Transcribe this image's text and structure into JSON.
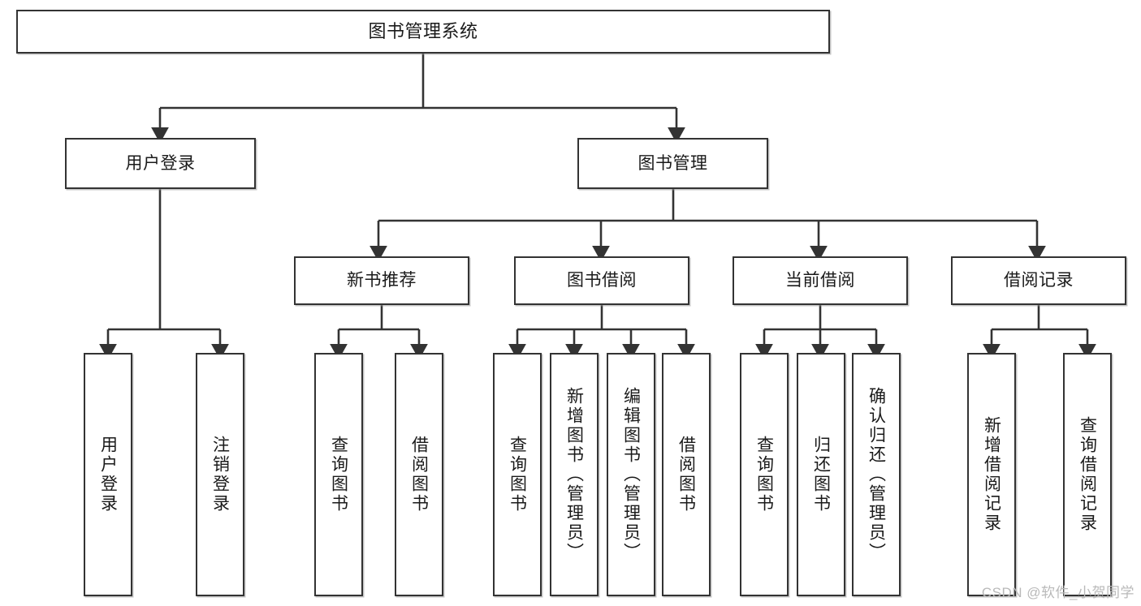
{
  "diagram": {
    "title": "图书管理系统",
    "type": "hierarchy-tree",
    "watermark": "CSDN @软件_小贺同学",
    "nodes": {
      "root": {
        "label": "图书管理系统",
        "level": 1
      },
      "level2": [
        {
          "id": "user-login",
          "label": "用户登录"
        },
        {
          "id": "book-manage",
          "label": "图书管理"
        }
      ],
      "level3": [
        {
          "id": "new-book-recommend",
          "label": "新书推荐"
        },
        {
          "id": "book-borrow",
          "label": "图书借阅"
        },
        {
          "id": "current-borrow",
          "label": "当前借阅"
        },
        {
          "id": "borrow-record",
          "label": "借阅记录"
        }
      ],
      "leaves": {
        "user-login": [
          {
            "id": "leaf-user-login",
            "label": "用户登录"
          },
          {
            "id": "leaf-user-logout",
            "label": "注销登录"
          }
        ],
        "new-book-recommend": [
          {
            "id": "leaf-query-book-1",
            "label": "查询图书"
          },
          {
            "id": "leaf-borrow-book-1",
            "label": "借阅图书"
          }
        ],
        "book-borrow": [
          {
            "id": "leaf-query-book-2",
            "label": "查询图书"
          },
          {
            "id": "leaf-add-book",
            "label": "新增图书（管理员）"
          },
          {
            "id": "leaf-edit-book",
            "label": "编辑图书（管理员）"
          },
          {
            "id": "leaf-borrow-book-2",
            "label": "借阅图书"
          }
        ],
        "current-borrow": [
          {
            "id": "leaf-query-book-3",
            "label": "查询图书"
          },
          {
            "id": "leaf-return-book",
            "label": "归还图书"
          },
          {
            "id": "leaf-confirm-return",
            "label": "确认归还（管理员）"
          }
        ],
        "borrow-record": [
          {
            "id": "leaf-add-record",
            "label": "新增借阅记录"
          },
          {
            "id": "leaf-query-record",
            "label": "查询借阅记录"
          }
        ]
      }
    },
    "colors": {
      "box_border": "#333333",
      "box_fill": "#ffffff",
      "edge": "#333333",
      "text": "#1a1a1a",
      "watermark": "#b9b9b9",
      "background": "#ffffff"
    }
  }
}
